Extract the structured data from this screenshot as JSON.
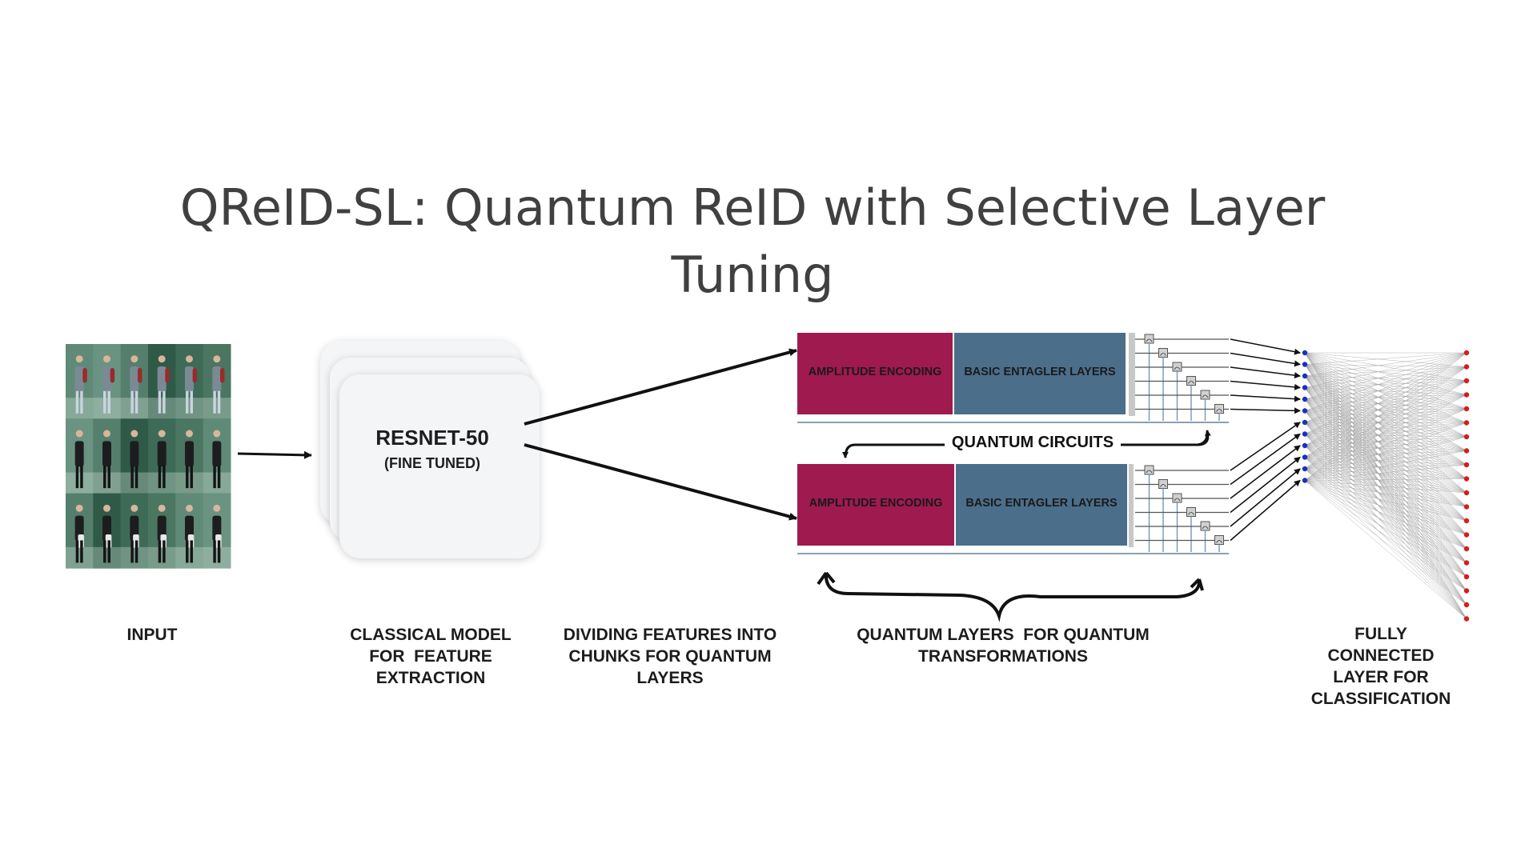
{
  "title": {
    "line1": "QReID-SL: Quantum ReID with Selective Layer",
    "line2": "Tuning"
  },
  "model": {
    "name": "RESNET-50",
    "subtitle": "(FINE TUNED)"
  },
  "quantum_blocks": {
    "encoding_label": "AMPLITUDE ENCODING",
    "entangler_label": "BASIC ENTAGLER LAYERS",
    "circuits_label": "QUANTUM CIRCUITS"
  },
  "captions": {
    "input": [
      "INPUT"
    ],
    "classical": [
      "CLASSICAL MODEL",
      "FOR  FEATURE",
      "EXTRACTION"
    ],
    "dividing": [
      "DIVIDING FEATURES INTO",
      "CHUNKS FOR QUANTUM",
      "LAYERS"
    ],
    "quantum": [
      "QUANTUM LAYERS  FOR QUANTUM",
      "TRANSFORMATIONS"
    ],
    "fc": [
      "FULLY",
      "CONNECTED",
      "LAYER FOR",
      "CLASSIFICATION"
    ]
  },
  "colors": {
    "encoding": "#9e1a4f",
    "entangler": "#4b6e8a",
    "input_nodes": "#1b2fc4",
    "output_nodes": "#d61c1c",
    "title": "#404040"
  },
  "input_images": {
    "rows": 3,
    "cols": 6
  },
  "network": {
    "input_nodes": 12,
    "output_nodes": 20
  }
}
